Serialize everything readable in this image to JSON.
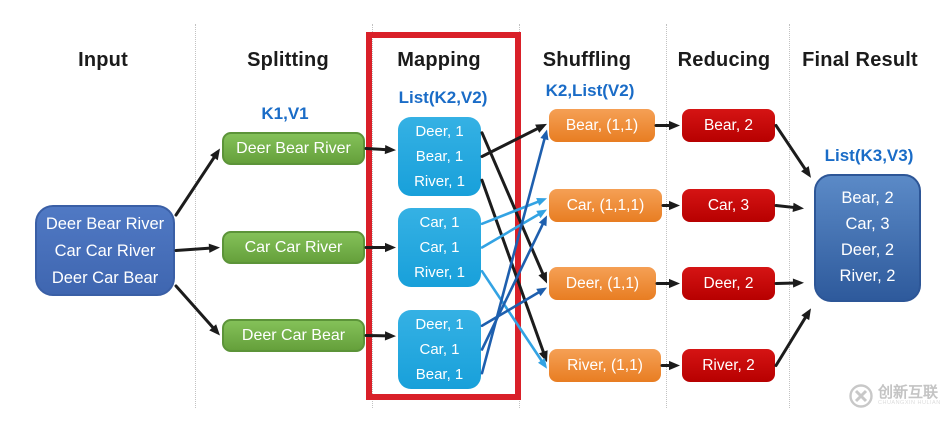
{
  "columns": [
    {
      "header": "Input",
      "sublabel": ""
    },
    {
      "header": "Splitting",
      "sublabel": "K1,V1"
    },
    {
      "header": "Mapping",
      "sublabel": "List(K2,V2)"
    },
    {
      "header": "Shuffling",
      "sublabel": "K2,List(V2)"
    },
    {
      "header": "Reducing",
      "sublabel": ""
    },
    {
      "header": "Final Result",
      "sublabel": "List(K3,V3)"
    }
  ],
  "input_box": {
    "lines": [
      "Deer Bear River",
      "Car Car River",
      "Deer Car Bear"
    ]
  },
  "split_boxes": [
    {
      "label": "Deer Bear River"
    },
    {
      "label": "Car Car River"
    },
    {
      "label": "Deer Car Bear"
    }
  ],
  "map_boxes": [
    {
      "lines": [
        "Deer, 1",
        "Bear, 1",
        "River, 1"
      ]
    },
    {
      "lines": [
        "Car, 1",
        "Car, 1",
        "River, 1"
      ]
    },
    {
      "lines": [
        "Deer, 1",
        "Car, 1",
        "Bear, 1"
      ]
    }
  ],
  "shuffle_boxes": [
    {
      "label": "Bear, (1,1)"
    },
    {
      "label": "Car, (1,1,1)"
    },
    {
      "label": "Deer, (1,1)"
    },
    {
      "label": "River, (1,1)"
    }
  ],
  "reduce_boxes": [
    {
      "label": "Bear, 2"
    },
    {
      "label": "Car, 3"
    },
    {
      "label": "Deer, 2"
    },
    {
      "label": "River, 2"
    }
  ],
  "final_box": {
    "lines": [
      "Bear, 2",
      "Car, 3",
      "Deer, 2",
      "River, 2"
    ]
  },
  "watermark": {
    "text": "创新互联",
    "subtext": "CHUANGXIN HULIAN"
  },
  "colors": {
    "header_text": "#1b1b1b",
    "label_blue": "#1a6cc7",
    "input_fill": "#4472c4",
    "split_fill": "#70ad47",
    "map_fill": "#29abe2",
    "shuffle_fill": "#ed7d31",
    "reduce_fill": "#c00000",
    "final_fill": "#3e6cb0",
    "highlight_red": "#d92029",
    "arrows": {
      "black": "#1c1c1c",
      "light_blue": "#33a3e3",
      "dark_blue": "#1e5fae"
    }
  },
  "connections": [
    {
      "from": "input-box",
      "ff": 0.11,
      "to": "split-box-0",
      "tf": 0.5,
      "c": "black"
    },
    {
      "from": "input-box",
      "ff": 0.5,
      "to": "split-box-1",
      "tf": 0.5,
      "c": "black"
    },
    {
      "from": "input-box",
      "ff": 0.89,
      "to": "split-box-2",
      "tf": 0.5,
      "c": "black"
    },
    {
      "from": "split-box-0",
      "ff": 0.5,
      "to": "map-box-0",
      "tf": 0.42,
      "c": "black"
    },
    {
      "from": "split-box-1",
      "ff": 0.5,
      "to": "map-box-1",
      "tf": 0.5,
      "c": "black"
    },
    {
      "from": "split-box-2",
      "ff": 0.5,
      "to": "map-box-2",
      "tf": 0.33,
      "c": "black"
    },
    {
      "from": "map-box-0",
      "ff": 0.5,
      "to": "shuffle-box-0",
      "tf": 0.45,
      "c": "black"
    },
    {
      "from": "map-box-0",
      "ff": 0.2,
      "to": "shuffle-box-2",
      "tf": 0.5,
      "c": "black"
    },
    {
      "from": "map-box-0",
      "ff": 0.8,
      "to": "shuffle-box-3",
      "tf": 0.4,
      "c": "black"
    },
    {
      "from": "map-box-1",
      "ff": 0.2,
      "to": "shuffle-box-1",
      "tf": 0.28,
      "c": "light_blue"
    },
    {
      "from": "map-box-1",
      "ff": 0.5,
      "to": "shuffle-box-1",
      "tf": 0.62,
      "c": "light_blue"
    },
    {
      "from": "map-box-1",
      "ff": 0.8,
      "to": "shuffle-box-3",
      "tf": 0.6,
      "c": "light_blue"
    },
    {
      "from": "map-box-2",
      "ff": 0.8,
      "to": "shuffle-box-0",
      "tf": 0.62,
      "c": "dark_blue"
    },
    {
      "from": "map-box-2",
      "ff": 0.5,
      "to": "shuffle-box-1",
      "tf": 0.8,
      "c": "dark_blue"
    },
    {
      "from": "map-box-2",
      "ff": 0.2,
      "to": "shuffle-box-2",
      "tf": 0.62,
      "c": "dark_blue"
    },
    {
      "from": "shuffle-box-0",
      "ff": 0.5,
      "to": "reduce-box-0",
      "tf": 0.5,
      "c": "black"
    },
    {
      "from": "shuffle-box-1",
      "ff": 0.5,
      "to": "reduce-box-1",
      "tf": 0.5,
      "c": "black"
    },
    {
      "from": "shuffle-box-2",
      "ff": 0.5,
      "to": "reduce-box-2",
      "tf": 0.5,
      "c": "black"
    },
    {
      "from": "shuffle-box-3",
      "ff": 0.5,
      "to": "reduce-box-3",
      "tf": 0.5,
      "c": "black"
    },
    {
      "from": "reduce-box-0",
      "ff": 0.5,
      "to": "final-box",
      "tf": 0.03,
      "c": "black",
      "pad": 3
    },
    {
      "from": "reduce-box-1",
      "ff": 0.5,
      "to": "final-box",
      "tf": 0.27,
      "c": "black",
      "pad": 10
    },
    {
      "from": "reduce-box-2",
      "ff": 0.5,
      "to": "final-box",
      "tf": 0.85,
      "c": "black",
      "pad": 10
    },
    {
      "from": "reduce-box-3",
      "ff": 0.5,
      "to": "final-box",
      "tf": 1.05,
      "c": "black",
      "pad": 3
    }
  ]
}
